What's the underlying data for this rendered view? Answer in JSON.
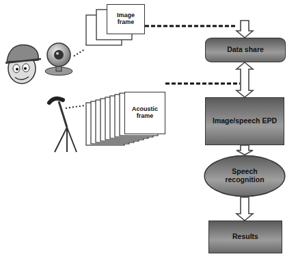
{
  "diagram": {
    "nodes": [
      {
        "text": [
          "Image frame"
        ]
      },
      {
        "text": [
          "Acoustic frame"
        ]
      },
      {
        "text": [
          "Data share"
        ]
      },
      {
        "text": [
          "Image/speech EPD"
        ]
      },
      {
        "text": [
          "Speech recognition"
        ]
      },
      {
        "text": [
          "Results"
        ]
      }
    ],
    "edges": [
      {
        "from": 0,
        "to": 2,
        "arrow": "to"
      },
      {
        "from": 1,
        "to": 2,
        "arrow": "none"
      },
      {
        "from": 2,
        "to": 3,
        "arrow": "both"
      },
      {
        "from": 3,
        "to": 4,
        "arrow": "to"
      },
      {
        "from": 4,
        "to": 5,
        "arrow": "to"
      }
    ]
  }
}
